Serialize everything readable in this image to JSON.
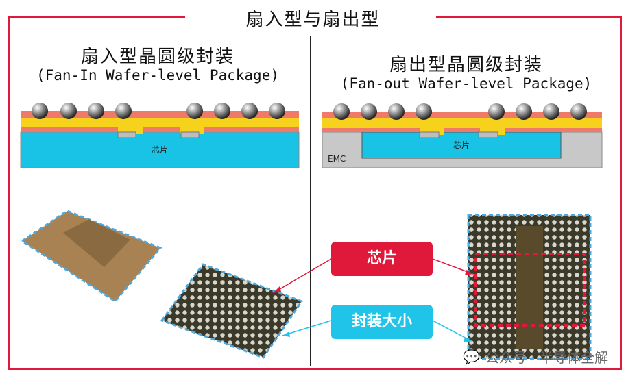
{
  "title": "扇入型与扇出型",
  "left": {
    "title_cn": "扇入型晶圆级封装",
    "title_en": "(Fan-In Wafer-level Package)",
    "chip_label": "芯片"
  },
  "right": {
    "title_cn": "扇出型晶圆级封装",
    "title_en": "(Fan-out Wafer-level Package)",
    "chip_label": "芯片",
    "emc_label": "EMC"
  },
  "callouts": {
    "chip": "芯片",
    "package_size": "封装大小"
  },
  "watermark": "公众号 · 半导体全解",
  "colors": {
    "frame": "#e0193b",
    "chip_blue": "#19c3e6",
    "solder_yellow": "#f6d21d",
    "pad_red": "#f07a68",
    "emc_gray": "#c8c8c8",
    "callout_red": "#e0193b",
    "callout_cyan": "#20c4e8"
  }
}
